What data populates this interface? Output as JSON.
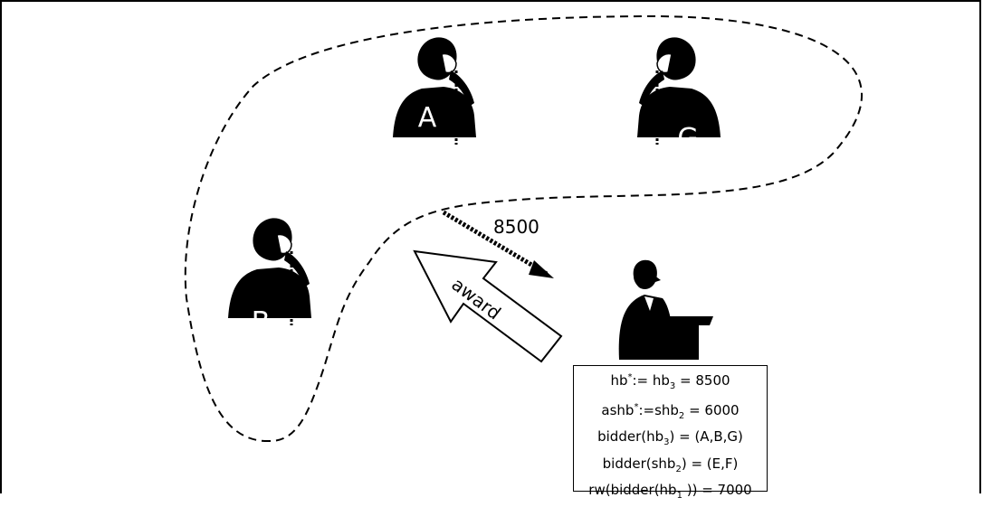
{
  "persons": {
    "a": {
      "letter": "A"
    },
    "g": {
      "letter": "G"
    },
    "b": {
      "letter": "B"
    }
  },
  "bid_label": "8500",
  "award_label": "award",
  "formulas": [
    {
      "lhs": "hb",
      "lhs_sup": "*",
      "op": ":=",
      "rhs": "hb",
      "rhs_sub": "3",
      "tail": " = 8500"
    },
    {
      "lhs": "ashb",
      "lhs_sup": "*",
      "op": ":=",
      "rhs": "shb",
      "rhs_sub": "2",
      "tail": " = 6000"
    },
    {
      "text": "bidder(hb",
      "sub": "3",
      "tail": ") = (A,B,G)"
    },
    {
      "text": "bidder(shb",
      "sub": "2",
      "tail": ") = (E,F)"
    },
    {
      "text": "rw(bidder(hb",
      "sub": "1",
      "tail": " )) = 7000"
    }
  ]
}
